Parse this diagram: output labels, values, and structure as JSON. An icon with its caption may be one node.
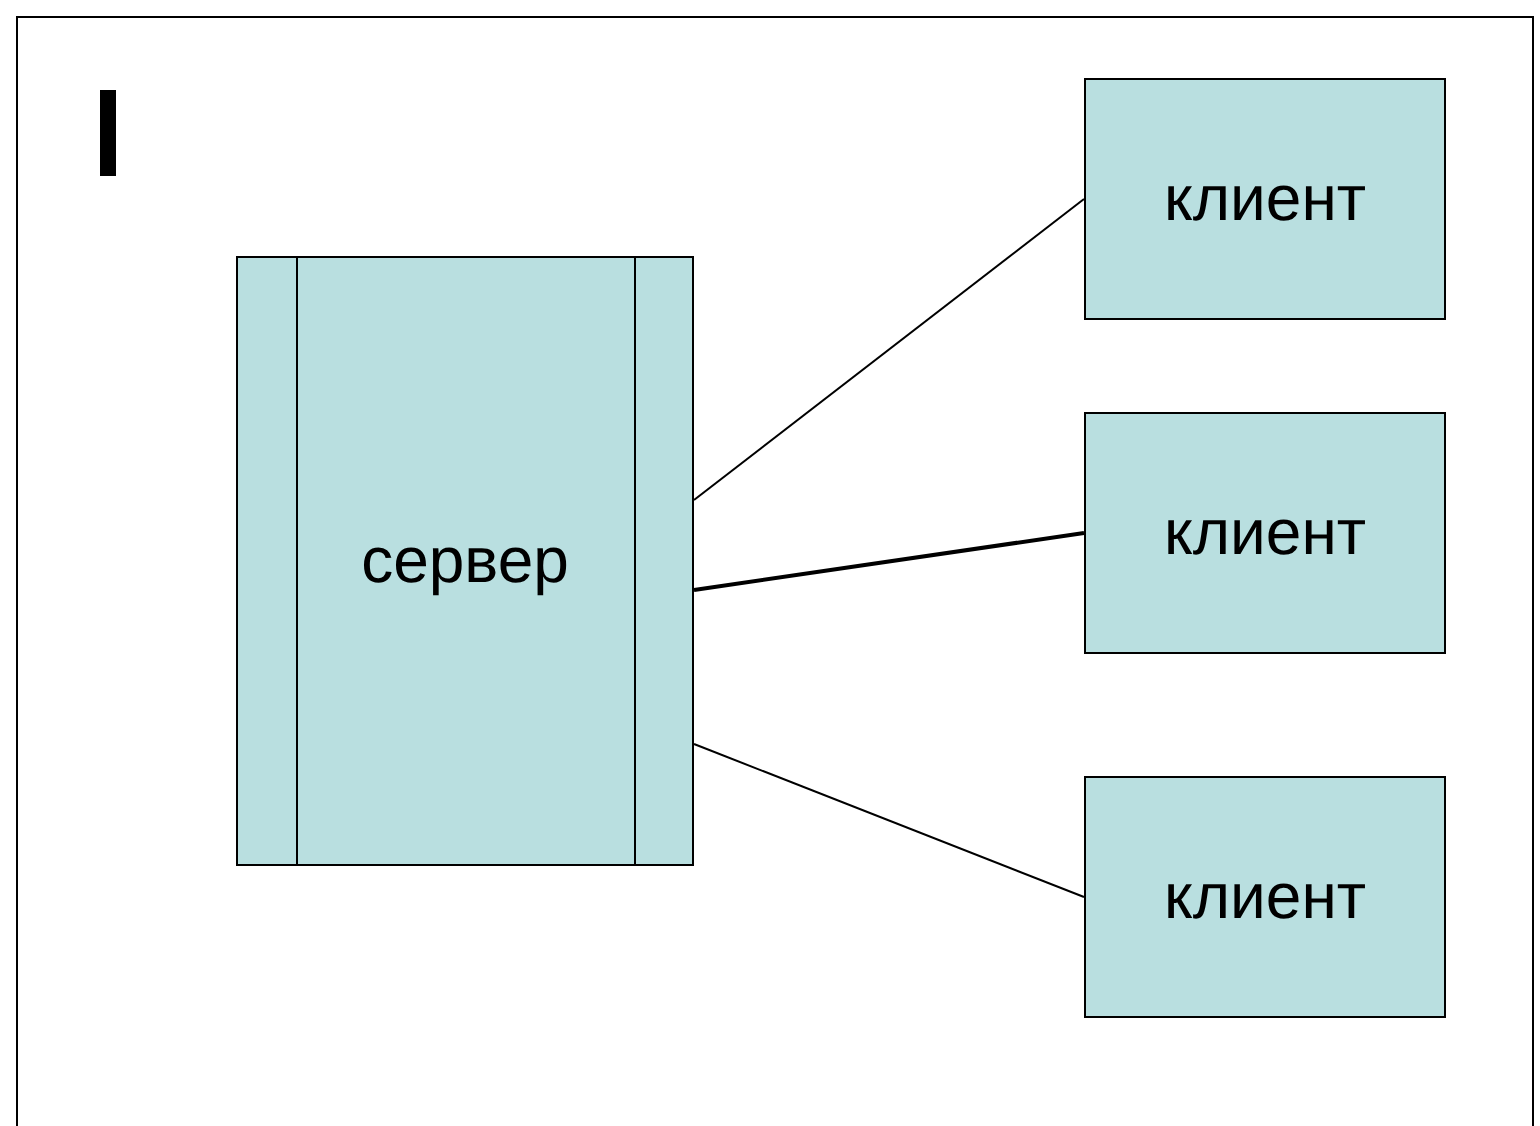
{
  "diagram": {
    "nodes": [
      {
        "text": [
          "сервер"
        ]
      },
      {
        "text": [
          "клиент"
        ]
      },
      {
        "text": [
          "клиент"
        ]
      },
      {
        "text": [
          "клиент"
        ]
      }
    ],
    "edges": [
      {
        "from": 0,
        "to": 1,
        "arrow": "none"
      },
      {
        "from": 0,
        "to": 2,
        "arrow": "none"
      },
      {
        "from": 0,
        "to": 3,
        "arrow": "none"
      }
    ]
  }
}
